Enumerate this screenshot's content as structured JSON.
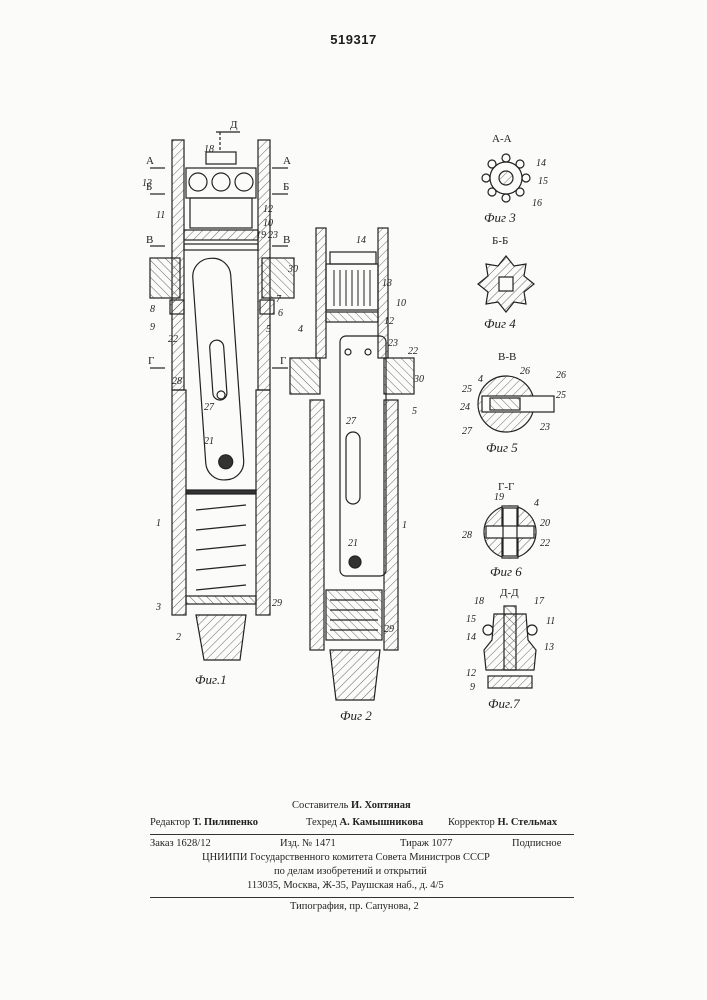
{
  "document": {
    "patent_number": "519317"
  },
  "figures": {
    "fig1": {
      "caption": "Фиг.1",
      "arrow_d": "Д",
      "sections": {
        "a": "А",
        "b": "Б",
        "v": "В",
        "g": "Г"
      },
      "labels": [
        "18",
        "13",
        "11",
        "12",
        "10",
        "19",
        "23",
        "30",
        "8",
        "9",
        "7",
        "6",
        "5",
        "22",
        "28",
        "27",
        "21",
        "1",
        "3",
        "29",
        "2"
      ]
    },
    "fig2": {
      "caption": "Фиг 2",
      "labels": [
        "14",
        "13",
        "10",
        "4",
        "12",
        "23",
        "22",
        "30",
        "5",
        "27",
        "1",
        "21",
        "29"
      ]
    },
    "fig3": {
      "title": "А-А",
      "caption": "Фиг 3",
      "labels": [
        "14",
        "15",
        "16"
      ]
    },
    "fig4": {
      "title": "Б-Б",
      "caption": "Фиг 4"
    },
    "fig5": {
      "title": "В-В",
      "caption": "Фиг 5",
      "labels": [
        "26",
        "4",
        "26",
        "25",
        "24",
        "25",
        "27",
        "23"
      ]
    },
    "fig6": {
      "title": "Г-Г",
      "caption": "Фиг 6",
      "labels": [
        "19",
        "4",
        "20",
        "28",
        "22"
      ]
    },
    "fig7": {
      "title": "Д-Д",
      "caption": "Фиг.7",
      "labels": [
        "18",
        "17",
        "15",
        "11",
        "14",
        "13",
        "12",
        "9"
      ]
    }
  },
  "imprint": {
    "compiler": {
      "label": "Составитель",
      "name": "И. Хоптяная"
    },
    "editor": {
      "label": "Редактор",
      "name": "Т. Пилипенко"
    },
    "techred": {
      "label": "Техред",
      "name": "А. Камышникова"
    },
    "corrector": {
      "label": "Корректор",
      "name": "Н. Стельмах"
    },
    "order": "Заказ 1628/12",
    "issue": "Изд. № 1471",
    "circulation": "Тираж 1077",
    "subscription": "Подписное",
    "org_line1": "ЦНИИПИ Государственного комитета Совета Министров СССР",
    "org_line2": "по делам изобретений и открытий",
    "org_address": "113035, Москва, Ж-35, Раушская наб., д. 4/5",
    "printer": "Типография, пр. Сапунова, 2"
  }
}
